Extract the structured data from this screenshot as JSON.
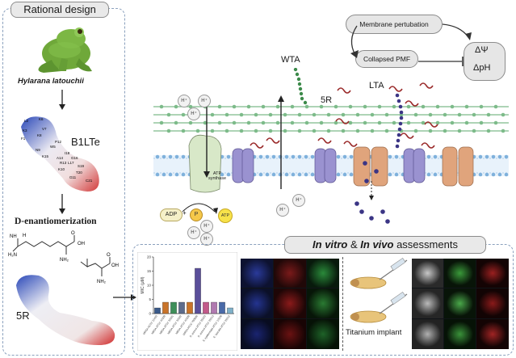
{
  "left_panel": {
    "title": "Rational design",
    "species": "Hylarana latouchii",
    "peptide_parent": "B1LTe",
    "process": "D-enantiomerization",
    "peptide_designed": "5R",
    "parent_residue_labels": [
      "L2",
      "K6",
      "V7",
      "K3",
      "K8",
      "F1",
      "P12",
      "N9",
      "K15",
      "W5",
      "I18",
      "A14",
      "G16",
      "R13",
      "L17",
      "S19",
      "T20",
      "K10",
      "G11",
      "C21"
    ]
  },
  "mechanism": {
    "top_box": "Membrane pertubation",
    "mid_box": "Collapsed PMF",
    "delta_psi": "ΔΨ",
    "delta_ph": "ΔpH",
    "wta": "WTA",
    "lta": "LTA",
    "peptide": "5R",
    "proton": "H⁺",
    "atp_synthase": "ATP synthase",
    "adp": "ADP",
    "plus": "+",
    "p": "P",
    "atp": "ATP"
  },
  "assessments": {
    "title_italic_1": "In vitro",
    "title_mid": " & ",
    "title_italic_2": "In vivo",
    "title_tail": " assessments",
    "implant_label": "Titanium implant"
  },
  "chart_data": {
    "type": "bar",
    "ylabel": "MIC (μM)",
    "ylim": [
      0,
      20
    ],
    "yticks": [
      0,
      5,
      10,
      15,
      20
    ],
    "categories": [
      "MRSA NCTC 12493",
      "MRSA ATCC 43300",
      "MRSA ATCC 33591",
      "MRSA ATCC 33592",
      "MRSA ATCC 43300",
      "MRSA ATCC 700699",
      "S. aureus ATCC 25923",
      "S. aureus ATCC 29213",
      "S. epidermidis ATCC 12228",
      "E. faecalis ATCC 29212"
    ],
    "values": [
      2,
      4,
      4,
      4,
      4,
      16,
      4,
      4,
      4,
      2
    ],
    "colors": [
      "#3a5a8a",
      "#c9742a",
      "#3f8f5a",
      "#5d6c8c",
      "#c9742a",
      "#5a4f9a",
      "#c25a8a",
      "#b07ab0",
      "#4a6aa8",
      "#7fb0c8"
    ]
  },
  "colors": {
    "membrane_green": "#7dbb8a",
    "lipid_blue": "#9cc3e6",
    "peptide_red": "#9a2a2a",
    "lta_purple": "#3b3585",
    "channel_orange": "#e0a47c",
    "channel_purple": "#9a92d0",
    "atp_green": "#d8e8c8"
  }
}
